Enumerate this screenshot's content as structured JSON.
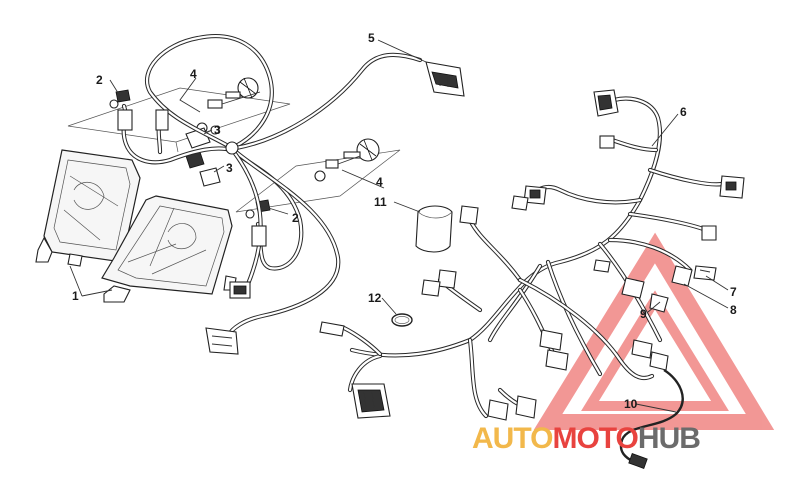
{
  "callouts": [
    {
      "id": "1",
      "label": "1"
    },
    {
      "id": "2a",
      "label": "2"
    },
    {
      "id": "2b",
      "label": "2"
    },
    {
      "id": "3a",
      "label": "3"
    },
    {
      "id": "3b",
      "label": "3"
    },
    {
      "id": "4a",
      "label": "4"
    },
    {
      "id": "4b",
      "label": "4"
    },
    {
      "id": "5",
      "label": "5"
    },
    {
      "id": "6",
      "label": "6"
    },
    {
      "id": "7",
      "label": "7"
    },
    {
      "id": "8",
      "label": "8"
    },
    {
      "id": "9",
      "label": "9"
    },
    {
      "id": "10",
      "label": "10"
    },
    {
      "id": "11",
      "label": "11"
    },
    {
      "id": "12",
      "label": "12"
    }
  ],
  "watermark": {
    "part1": "AUTO",
    "part2": "MOTO",
    "part3": "HUB",
    "color_orange": "#f2b84b",
    "color_red": "#e8433f",
    "color_gray": "#6b6b6b"
  }
}
